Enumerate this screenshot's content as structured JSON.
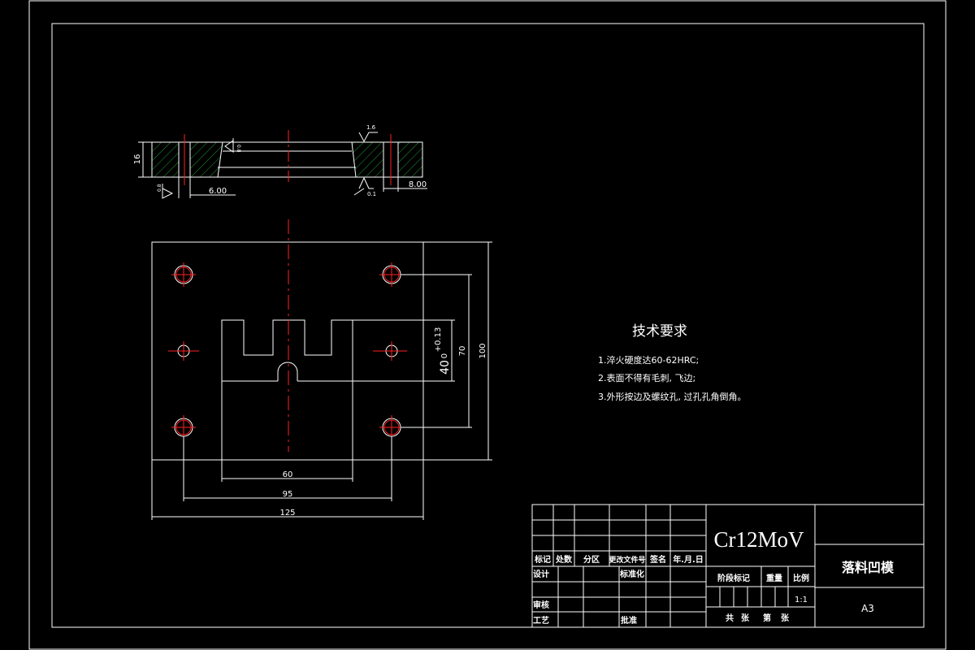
{
  "section_view": {
    "thickness_dim": "16",
    "dim_left": "6.00",
    "dim_right": "8.00",
    "rough_top": "1.6",
    "rough_bottom": "0.1",
    "rough_left": "0.8",
    "rough_side": "0.8"
  },
  "plan_view": {
    "dim_60": "60",
    "dim_95": "95",
    "dim_125": "125",
    "dim_70": "70",
    "dim_100": "100",
    "dim_40": "40",
    "tol_upper": "+0.13",
    "tol_lower": "0"
  },
  "tech_req": {
    "title": "技术要求",
    "items": [
      "1.淬火硬度达60-62HRC;",
      "2.表面不得有毛刺, 飞边;",
      "3.外形按边及螺纹孔, 过孔孔角倒角。"
    ]
  },
  "title_block": {
    "material": "Cr12MoV",
    "part_name": "落料凹模",
    "scale": "1:1",
    "sheet_size": "A3",
    "hdr_biaoji": "标记",
    "hdr_chushu": "处数",
    "hdr_fenqu": "分区",
    "hdr_gengai": "更改文件号",
    "hdr_qianming": "签名",
    "hdr_date": "年.月.日",
    "lbl_sheji": "设计",
    "lbl_biaozhunhua": "标准化",
    "lbl_shenhe": "审核",
    "lbl_gongyi": "工艺",
    "lbl_pizhun": "批准",
    "lbl_jieduan": "阶段标记",
    "lbl_zhongliang": "重量",
    "lbl_bili": "比例",
    "lbl_gong": "共",
    "lbl_zhang1": "张",
    "lbl_di": "第",
    "lbl_zhang2": "张"
  }
}
